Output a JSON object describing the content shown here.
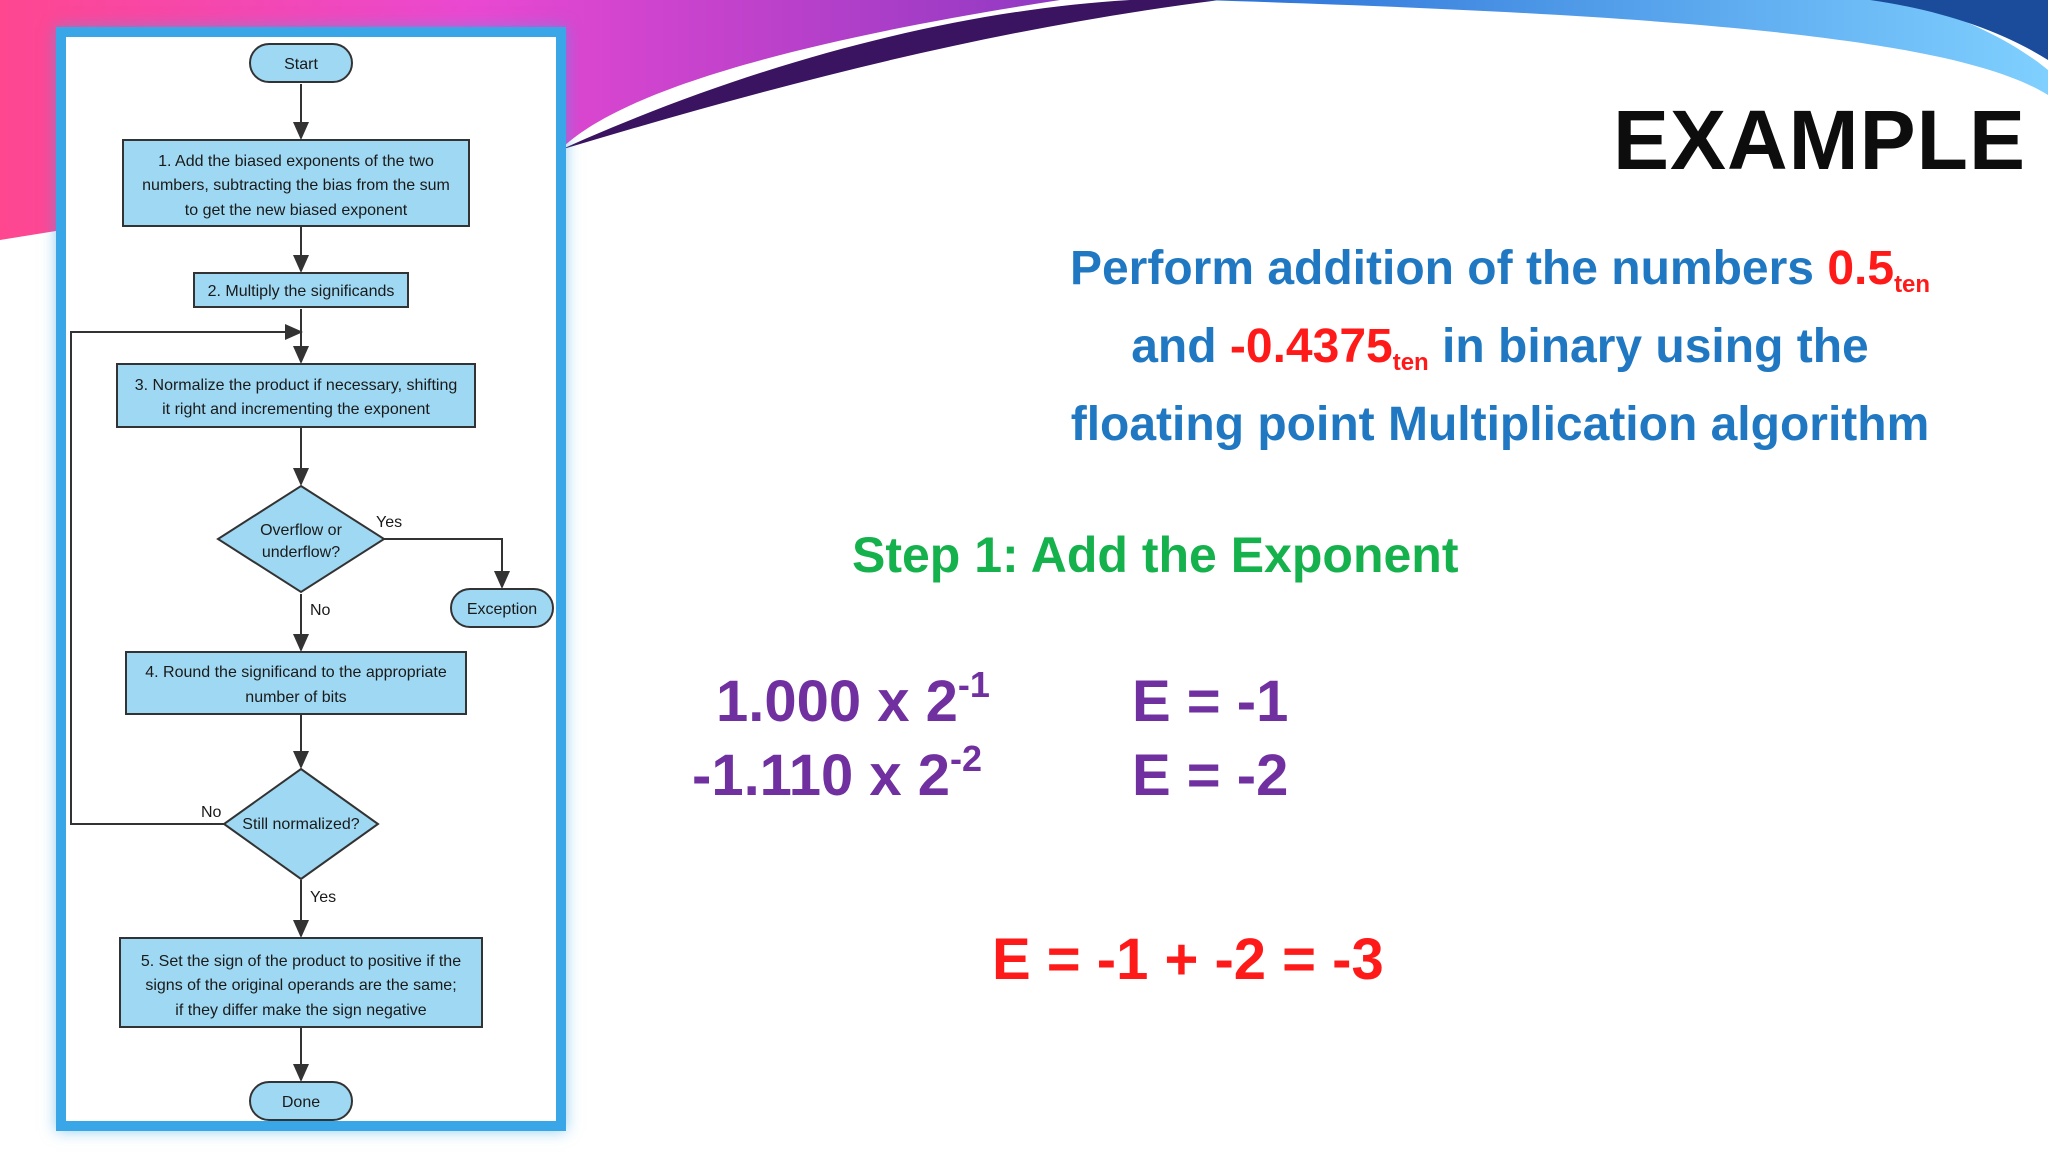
{
  "slide": {
    "title": "EXAMPLE",
    "problem": {
      "part1": "Perform addition of the numbers ",
      "num1": "0.5",
      "sub1": "ten",
      "part2": "and ",
      "num2": "-0.4375",
      "sub2": "ten",
      "part3": " in binary using the",
      "part4": "floating point Multiplication algorithm"
    },
    "step_heading": "Step 1: Add the Exponent",
    "rows": [
      {
        "mantissa": "1.000 x 2",
        "exp": "-1",
        "e_label": "E = -1"
      },
      {
        "mantissa": "-1.110 x 2",
        "exp": "-2",
        "e_label": "E = -2"
      }
    ],
    "result": "E = -1 + -2 = -3"
  },
  "flowchart": {
    "start": "Start",
    "step1": [
      "1.  Add the biased exponents of the two",
      "numbers, subtracting the bias from the sum",
      "to get the new biased exponent"
    ],
    "step2": "2. Multiply the significands",
    "step3": [
      "3. Normalize the product if necessary, shifting",
      "it right and incrementing the exponent"
    ],
    "decision1": [
      "Overflow or",
      "underflow?"
    ],
    "yes1": "Yes",
    "exception": "Exception",
    "no1": "No",
    "step4": [
      "4. Round the significand to the appropriate",
      "number of bits"
    ],
    "no2": "No",
    "decision2": "Still normalized?",
    "yes2": "Yes",
    "step5": [
      "5. Set the sign of the product to positive if the",
      "signs of the original operands are the same;",
      "if they differ make the sign negative"
    ],
    "done": "Done"
  },
  "colors": {
    "title": "#0d0d0d",
    "problem_text": "#1f78c1",
    "highlight": "#ff1a1a",
    "step_heading": "#15b14c",
    "numbers": "#7030a0",
    "flow_fill": "#9fd8f2",
    "panel_border": "#39a6e8"
  }
}
